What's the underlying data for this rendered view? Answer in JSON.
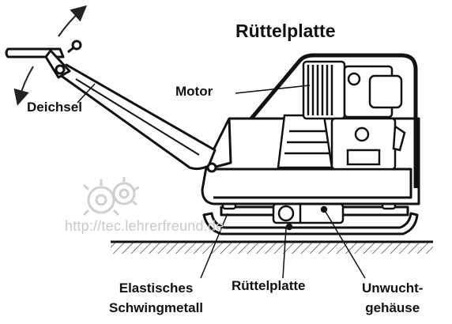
{
  "title": "Rüttelplatte",
  "labels": {
    "motor": "Motor",
    "deichsel": "Deichsel",
    "elastisches_line1": "Elastisches",
    "elastisches_line2": "Schwingmetall",
    "ruettelplatte": "Rüttelplatte",
    "unwucht_line1": "Unwucht-",
    "unwucht_line2": "gehäuse"
  },
  "watermark": {
    "prefix": "http://",
    "host": "tec.lehrerfreund.de"
  },
  "colors": {
    "ink": "#111111",
    "watermark": "#c9c9c9"
  },
  "icons": {
    "watermark_logo": "gears-icon",
    "handle_motion": "double-arrow-icon"
  }
}
